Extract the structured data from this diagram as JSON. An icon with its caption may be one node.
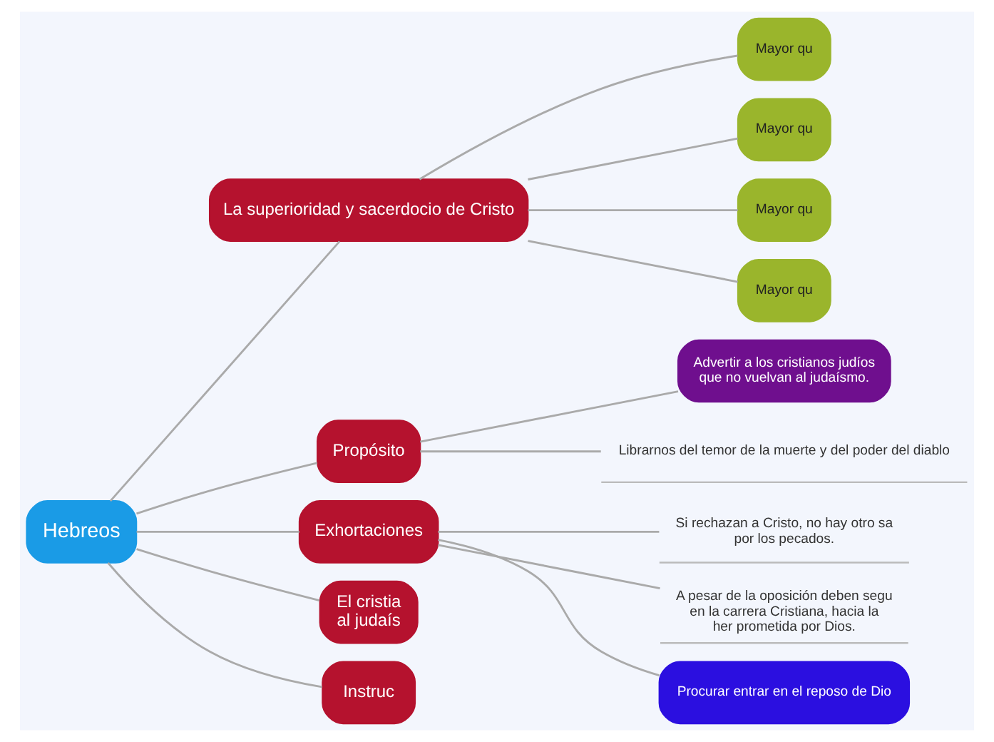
{
  "diagram": {
    "nodes": [
      {
        "text": [
          "Hebreos"
        ]
      },
      {
        "text": [
          "La superioridad y sacerdocio de Cristo"
        ]
      },
      {
        "text": [
          "Mayor qu"
        ]
      },
      {
        "text": [
          "Mayor qu"
        ]
      },
      {
        "text": [
          "Mayor qu"
        ]
      },
      {
        "text": [
          "Mayor qu"
        ]
      },
      {
        "text": [
          "Propósito"
        ]
      },
      {
        "text": [
          "Advertir a los cristianos judíos que no vuelvan al judaísmo."
        ]
      },
      {
        "text": [
          "Librarnos del temor de la muerte y del poder del diablo"
        ]
      },
      {
        "text": [
          "Exhortaciones"
        ]
      },
      {
        "text": [
          "Si rechazan a Cristo, no hay otro sa por los pecados."
        ]
      },
      {
        "text": [
          "A pesar de la oposición deben segu en la carrera Cristiana, hacia la her prometida por Dios."
        ]
      },
      {
        "text": [
          "Procurar entrar en el reposo de Dio"
        ]
      },
      {
        "text": [
          "El cristia al judaís"
        ]
      },
      {
        "text": [
          "Instruc"
        ]
      }
    ],
    "edges": [
      {
        "from": 0,
        "to": 1,
        "arrow": "none"
      },
      {
        "from": 1,
        "to": 2,
        "arrow": "none"
      },
      {
        "from": 1,
        "to": 3,
        "arrow": "none"
      },
      {
        "from": 1,
        "to": 4,
        "arrow": "none"
      },
      {
        "from": 1,
        "to": 5,
        "arrow": "none"
      },
      {
        "from": 0,
        "to": 6,
        "arrow": "none"
      },
      {
        "from": 6,
        "to": 7,
        "arrow": "none"
      },
      {
        "from": 6,
        "to": 8,
        "arrow": "none"
      },
      {
        "from": 0,
        "to": 9,
        "arrow": "none"
      },
      {
        "from": 9,
        "to": 10,
        "arrow": "none"
      },
      {
        "from": 9,
        "to": 11,
        "arrow": "none"
      },
      {
        "from": 9,
        "to": 12,
        "arrow": "none"
      },
      {
        "from": 0,
        "to": 13,
        "arrow": "none"
      },
      {
        "from": 0,
        "to": 14,
        "arrow": "none"
      }
    ]
  }
}
